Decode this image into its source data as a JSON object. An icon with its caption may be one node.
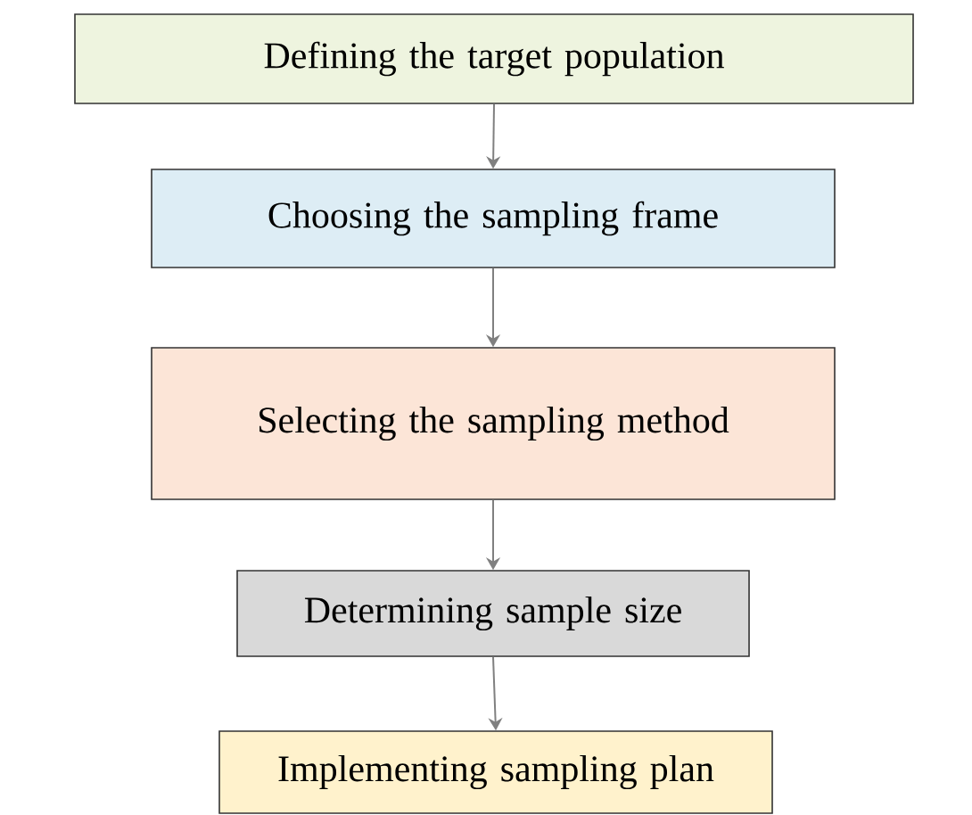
{
  "diagram": {
    "nodes": [
      {
        "text": [
          "Defining the target population"
        ]
      },
      {
        "text": [
          "Choosing the sampling frame"
        ]
      },
      {
        "text": [
          "Selecting the sampling method"
        ]
      },
      {
        "text": [
          "Determining sample size"
        ]
      },
      {
        "text": [
          "Implementing sampling plan"
        ]
      }
    ],
    "edges": [
      {
        "from": 0,
        "to": 1,
        "arrow": "to"
      },
      {
        "from": 1,
        "to": 2,
        "arrow": "to"
      },
      {
        "from": 2,
        "to": 3,
        "arrow": "to"
      },
      {
        "from": 3,
        "to": 4,
        "arrow": "to"
      }
    ]
  }
}
